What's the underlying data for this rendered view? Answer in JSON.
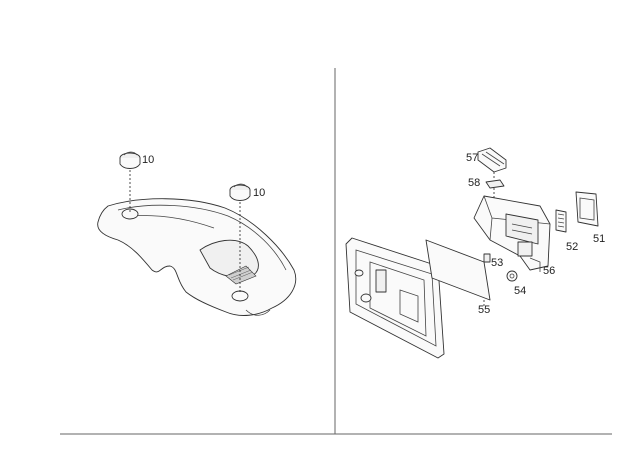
{
  "left_panel": {
    "callouts": [
      {
        "label": "10"
      },
      {
        "label": "10"
      }
    ]
  },
  "right_panel": {
    "callouts": [
      {
        "label": "57"
      },
      {
        "label": "58"
      },
      {
        "label": "52"
      },
      {
        "label": "51"
      },
      {
        "label": "53"
      },
      {
        "label": "56"
      },
      {
        "label": "54"
      },
      {
        "label": "55"
      }
    ]
  }
}
